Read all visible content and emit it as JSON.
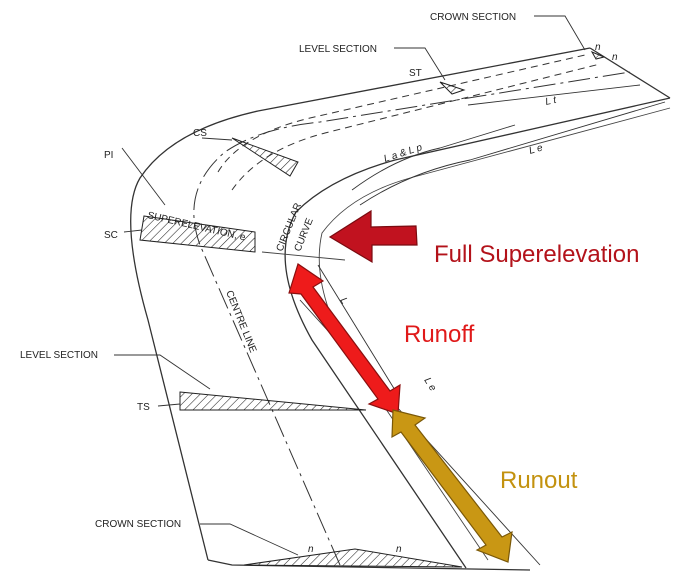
{
  "labels": {
    "crown_section_top": "CROWN SECTION",
    "level_section_top": "LEVEL SECTION",
    "st": "ST",
    "cs": "CS",
    "pi": "PI",
    "sc": "SC",
    "superelevation": "SUPERELEVATION, e",
    "circular": "CIRCULAR",
    "curve": "CURVE",
    "la_lp": "L a & L p",
    "lt": "L t",
    "le_top": "L e",
    "le_side": "L e",
    "l_small": "L",
    "centre_line": "CENTRE LINE",
    "level_section_left": "LEVEL SECTION",
    "ts": "TS",
    "crown_section_bottom": "CROWN SECTION",
    "n_top_1": "n",
    "n_top_2": "n",
    "n_bottom_1": "n",
    "n_bottom_2": "n"
  },
  "annotations": {
    "full_superelevation": "Full Superelevation",
    "runoff": "Runoff",
    "runout": "Runout"
  },
  "colors": {
    "full_superelevation_arrow": "#c1121f",
    "full_superelevation_text": "#b3121a",
    "runoff_arrow": "#ee1b1b",
    "runoff_text": "#e01919",
    "runout_arrow": "#c99714",
    "runout_text": "#c3920f"
  }
}
